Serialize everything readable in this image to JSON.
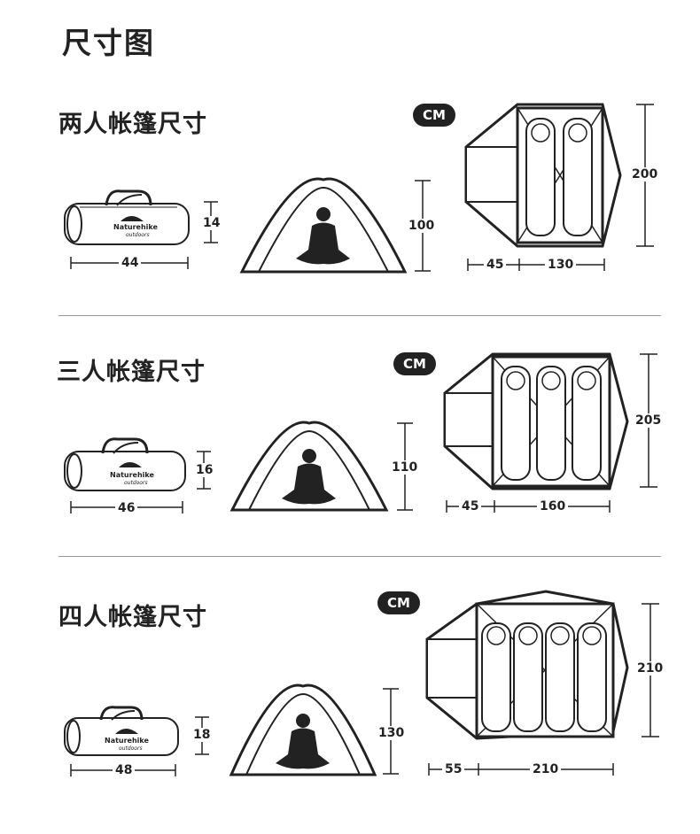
{
  "page_title": "尺寸图",
  "logo": {
    "brand": "Naturehike",
    "sub": "outdoors"
  },
  "sections": [
    {
      "title": "两人帐篷尺寸",
      "unit": "CM",
      "bag_length": "44",
      "bag_diameter": "14",
      "tent_height": "100",
      "vestibule": "45",
      "inner_length": "130",
      "depth": "200",
      "sleeping_bags": 2
    },
    {
      "title": "三人帐篷尺寸",
      "unit": "CM",
      "bag_length": "46",
      "bag_diameter": "16",
      "tent_height": "110",
      "vestibule": "45",
      "inner_length": "160",
      "depth": "205",
      "sleeping_bags": 3
    },
    {
      "title": "四人帐篷尺寸",
      "unit": "CM",
      "bag_length": "48",
      "bag_diameter": "18",
      "tent_height": "130",
      "vestibule": "55",
      "inner_length": "210",
      "depth": "210",
      "sleeping_bags": 4
    }
  ]
}
